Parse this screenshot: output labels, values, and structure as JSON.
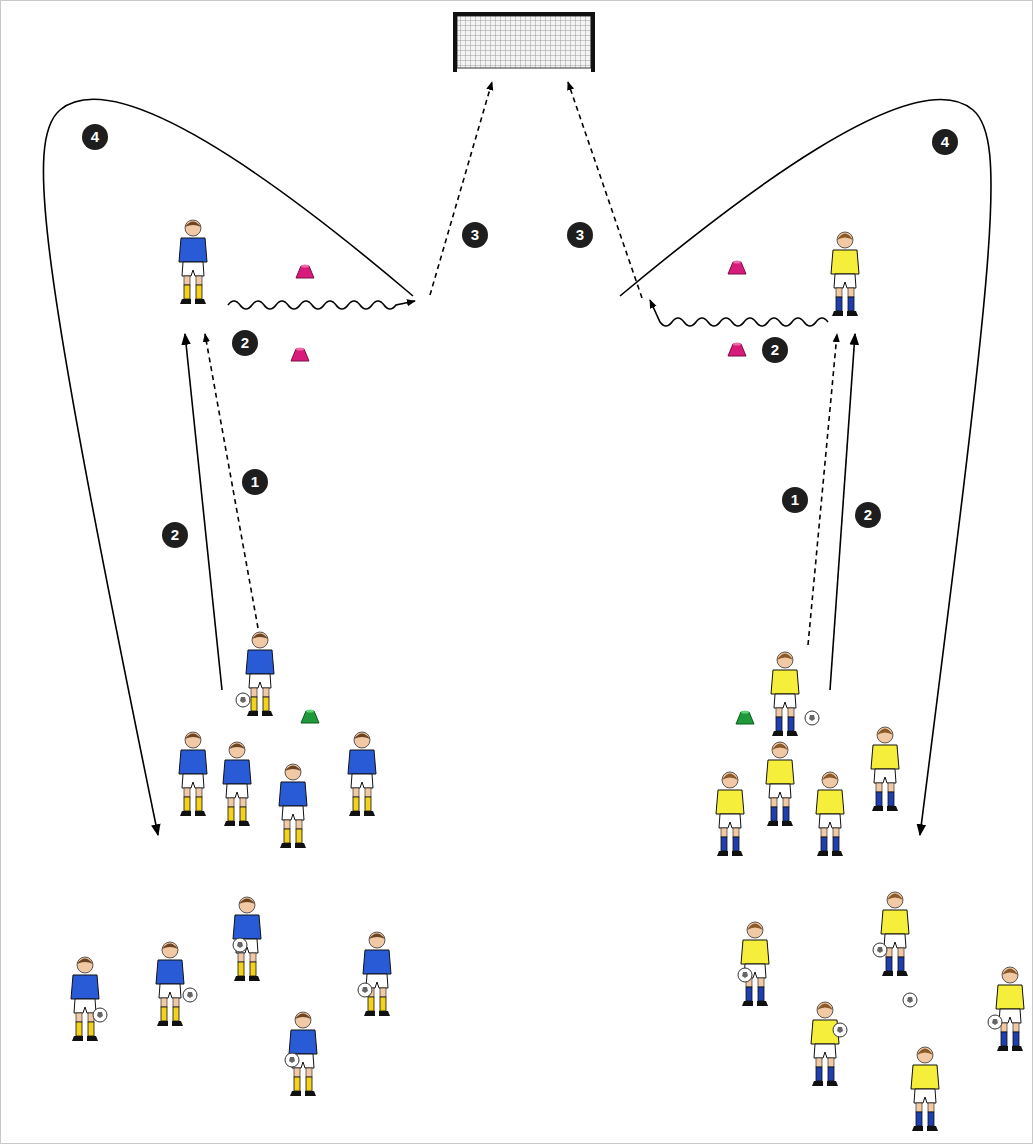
{
  "diagram": {
    "labels": [
      "4",
      "4",
      "3",
      "3",
      "2",
      "2",
      "1",
      "1",
      "2",
      "2"
    ]
  }
}
